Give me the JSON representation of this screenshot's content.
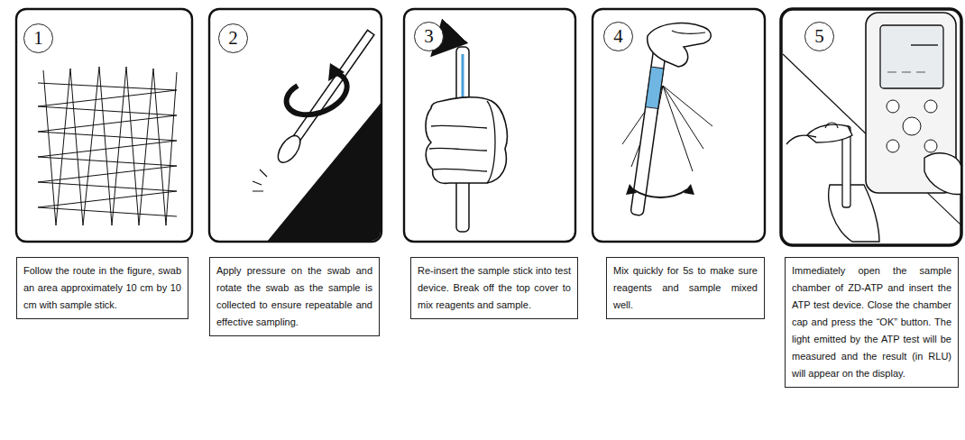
{
  "diagram": {
    "nodes": [
      {
        "text": [
          "1"
        ]
      },
      {
        "text": [
          "Follow the route in the figure, swab an area approximately 10 cm by 10 cm with sample stick."
        ]
      },
      {
        "text": [
          "2"
        ]
      },
      {
        "text": [
          "Apply pressure on the swab and rotate the swab as the sample is collected to ensure repeatable and effective sampling."
        ]
      },
      {
        "text": [
          "3"
        ]
      },
      {
        "text": [
          "Re-insert the sample stick into test device. Break off the top cover to mix reagents and sample."
        ]
      },
      {
        "text": [
          "4"
        ]
      },
      {
        "text": [
          "Mix quickly for 5s to make sure reagents and sample mixed well."
        ]
      },
      {
        "text": [
          "5"
        ]
      },
      {
        "text": [
          "Immediately open the sample chamber of ZD-ATP and insert the ATP test device. Close the chamber cap and press the “OK” button. The light emitted by the ATP test will be measured and the result (in RLU) will appear on the display."
        ]
      }
    ]
  }
}
